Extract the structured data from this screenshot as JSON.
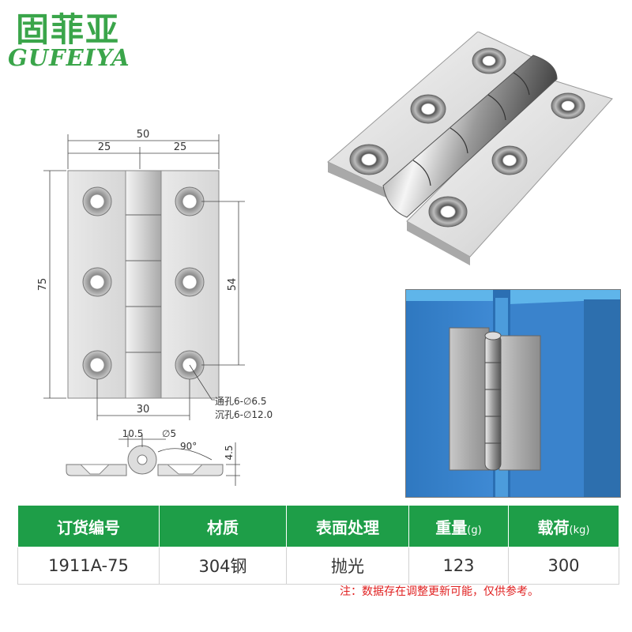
{
  "brand": {
    "name_cn": "固菲亚",
    "name_en": "GUFEIYA",
    "color": "#3aa54a"
  },
  "drawing": {
    "dim_total_width": "50",
    "dim_half_left": "25",
    "dim_half_right": "25",
    "dim_height": "75",
    "dim_hole_vertical": "54",
    "dim_hole_horizontal": "30",
    "through_hole": "通孔6-∅6.5",
    "countersink": "沉孔6-∅12.0",
    "side_offset": "10.5",
    "pin_diameter": "∅5",
    "angle": "90°",
    "thickness": "4.5"
  },
  "table": {
    "headers": [
      {
        "label": "订货编号",
        "unit": ""
      },
      {
        "label": "材质",
        "unit": ""
      },
      {
        "label": "表面处理",
        "unit": ""
      },
      {
        "label": "重量",
        "unit": "(g)"
      },
      {
        "label": "载荷",
        "unit": "(kg)"
      }
    ],
    "row": [
      "1911A-75",
      "304钢",
      "抛光",
      "123",
      "300"
    ],
    "header_color": "#1e9e48"
  },
  "note": "注：数据存在调整更新可能，仅供参考。"
}
